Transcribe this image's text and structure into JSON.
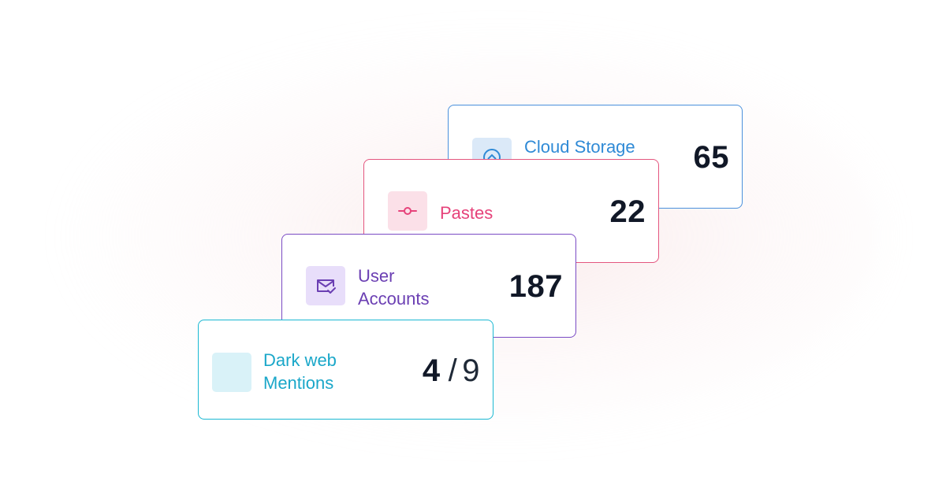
{
  "cards": [
    {
      "label": "Cloud Storage",
      "value": "65",
      "icon": "cloud-storage-icon",
      "accent": "#4a90dc"
    },
    {
      "label": "Pastes",
      "value": "22",
      "icon": "link-icon",
      "accent": "#e4567f"
    },
    {
      "label_line1": "User",
      "label_line2": "Accounts",
      "value": "187",
      "icon": "mail-check-icon",
      "accent": "#7a4bc4"
    },
    {
      "label_line1": "Dark web",
      "label_line2": "Mentions",
      "value": "4",
      "separator": "/",
      "total": "9",
      "accent": "#1ab8d2"
    }
  ]
}
